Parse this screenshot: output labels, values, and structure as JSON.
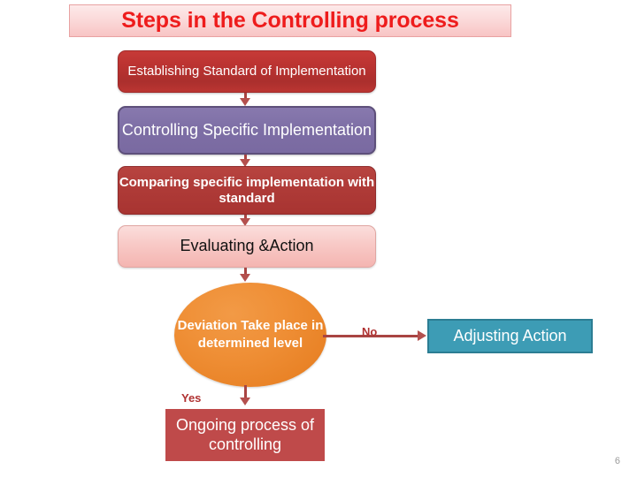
{
  "slide": {
    "title": "Steps in the Controlling process",
    "page_number": "6"
  },
  "flow": {
    "steps": [
      {
        "id": "establishing-standard",
        "label": "Establishing Standard  of Implementation",
        "color": "#bb3331",
        "text_color": "#ffffff",
        "shape": "rounded-rect"
      },
      {
        "id": "controlling-specific",
        "label": "Controlling Specific Implementation",
        "color": "#7d6ea5",
        "text_color": "#ffffff",
        "shape": "rounded-rect"
      },
      {
        "id": "comparing-specific",
        "label": "Comparing specific implementation with standard",
        "color": "#ae3a37",
        "text_color": "#ffffff",
        "shape": "rounded-rect"
      },
      {
        "id": "evaluating-action",
        "label": "Evaluating &Action",
        "color": "#f8c9c6",
        "text_color": "#111111",
        "shape": "rounded-rect"
      }
    ],
    "decision": {
      "id": "deviation-decision",
      "label": "Deviation Take place in determined level",
      "color": "#ef8f36",
      "text_color": "#ffffff",
      "shape": "ellipse"
    },
    "outcomes": [
      {
        "id": "adjusting-action",
        "label": "Adjusting Action",
        "color": "#3d9cb5",
        "text_color": "#ffffff",
        "shape": "rect"
      },
      {
        "id": "ongoing-process",
        "label": "Ongoing process of controlling",
        "color": "#bf4a4a",
        "text_color": "#ffffff",
        "shape": "rect"
      }
    ],
    "branch_labels": {
      "no": "No",
      "yes": "Yes"
    }
  },
  "colors": {
    "title_text": "#ee1c1c",
    "title_background": "#fbdada",
    "connector": "#a94442",
    "branch_label": "#b03232",
    "page_number": "#9a9a9a"
  }
}
